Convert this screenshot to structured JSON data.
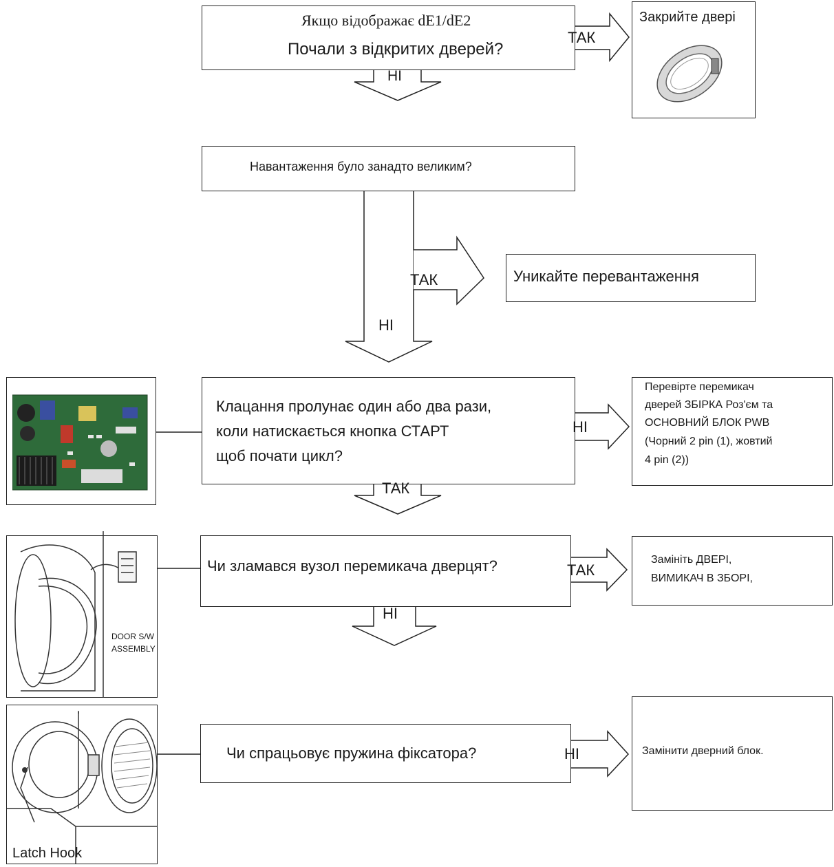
{
  "q1": {
    "line1": "Якщо відображає dE1/dE2",
    "line2": "Почали з відкритих дверей?"
  },
  "a1": "Закрийте двері",
  "q2": "Навантаження було занадто великим?",
  "a2": "Уникайте перевантаження",
  "q3": {
    "line1": "Клацання пролунає один або два рази,",
    "line2": "коли натискається кнопка СТАРТ",
    "line3": "щоб почати цикл?"
  },
  "a3": {
    "line1": "Перевірте перемикач",
    "line2": "дверей ЗБІРКА Роз'єм та",
    "line3": "ОСНОВНИЙ БЛОК PWB",
    "line4": "(Чорний 2 pin (1), жовтий",
    "line5": "4 pin (2))"
  },
  "q4": "Чи зламався вузол перемикача дверцят?",
  "a4": {
    "line1": "Замініть ДВЕРІ,",
    "line2": "ВИМИКАЧ В ЗБОРІ,"
  },
  "q5": "Чи спрацьовує пружина фіксатора?",
  "a5": "Замінити дверний блок.",
  "labels": {
    "yes": "ТАК",
    "no": "НІ"
  },
  "images": {
    "door_sw_line1": "DOOR S/W",
    "door_sw_line2": "ASSEMBLY",
    "latch_hook": "Latch  Hook"
  }
}
